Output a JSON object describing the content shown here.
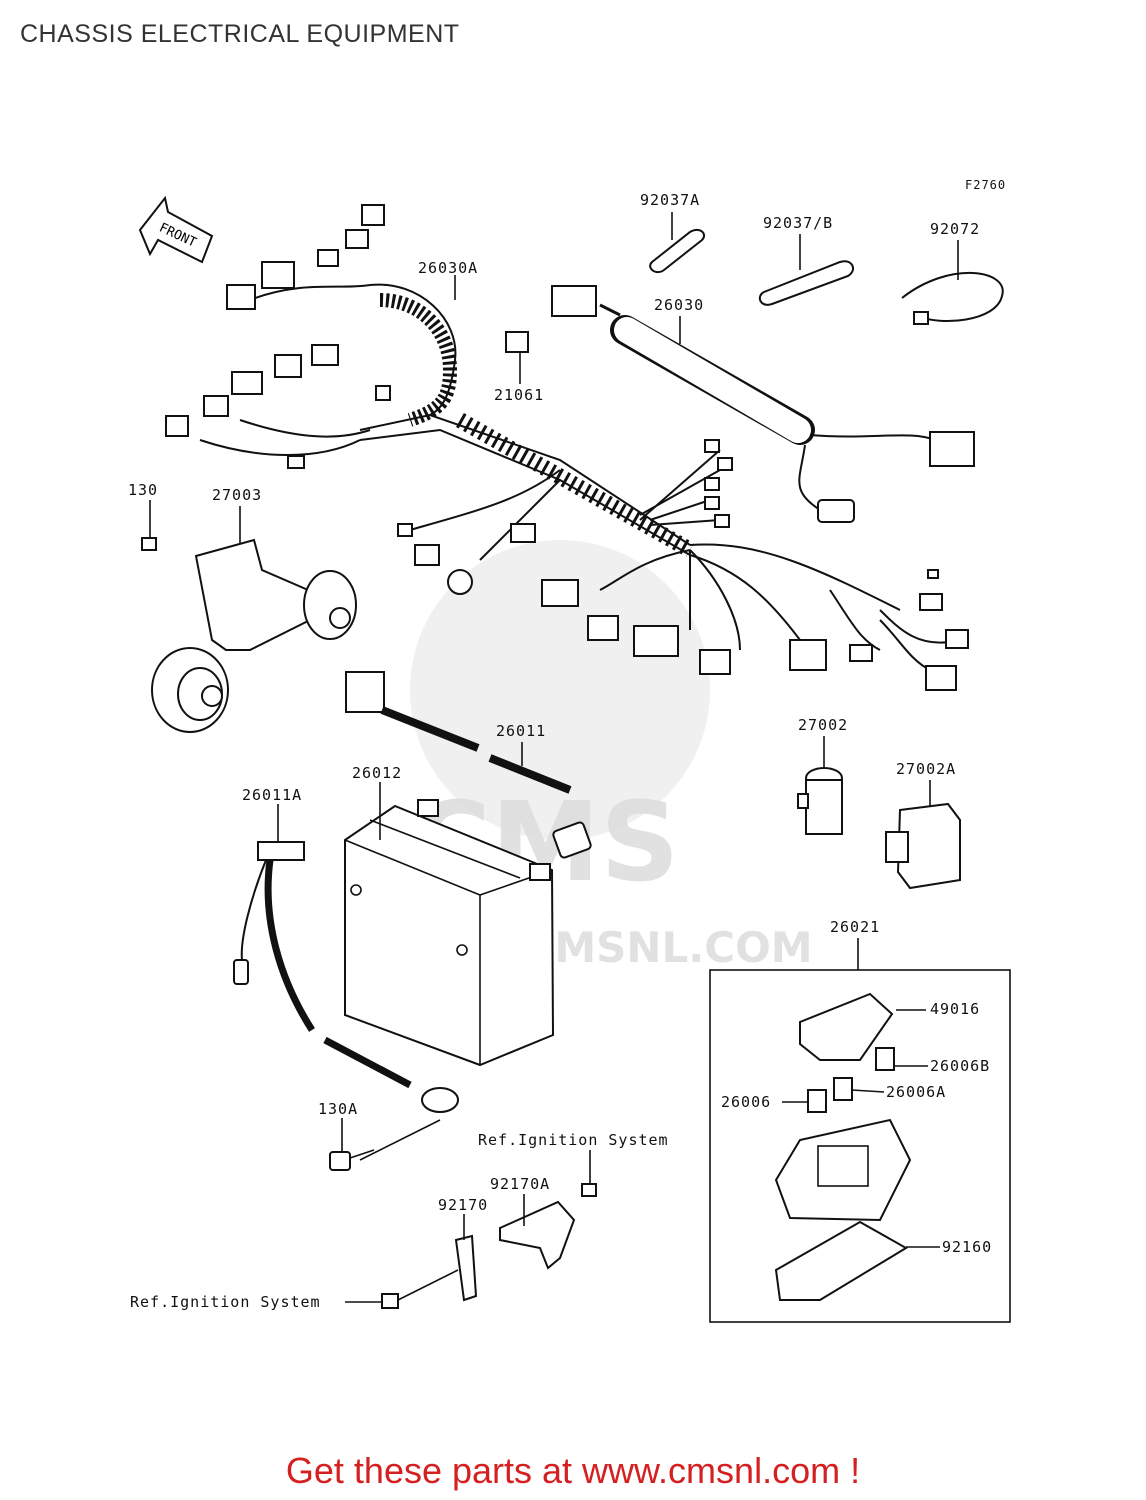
{
  "page_title": "CHASSIS ELECTRICAL EQUIPMENT",
  "figure_code": "F2760",
  "front_label": "FRONT",
  "watermark": {
    "logo_text": "CMS",
    "url_text": "WWW.CMSNL.COM"
  },
  "part_labels": {
    "p92037A": "92037A",
    "p92037B": "92037/B",
    "p92072": "92072",
    "p26030A": "26030A",
    "p26030": "26030",
    "p21061": "21061",
    "p130": "130",
    "p27003": "27003",
    "p26011": "26011",
    "p27002": "27002",
    "p27002A": "27002A",
    "p26011A": "26011A",
    "p26012": "26012",
    "p26021": "26021",
    "p49016": "49016",
    "p26006B": "26006B",
    "p26006": "26006",
    "p26006A": "26006A",
    "p130A": "130A",
    "p92170A": "92170A",
    "p92170": "92170",
    "p92160": "92160",
    "ref1": "Ref.Ignition System",
    "ref2": "Ref.Ignition System"
  },
  "footer_cta": "Get these parts at www.cmsnl.com !"
}
